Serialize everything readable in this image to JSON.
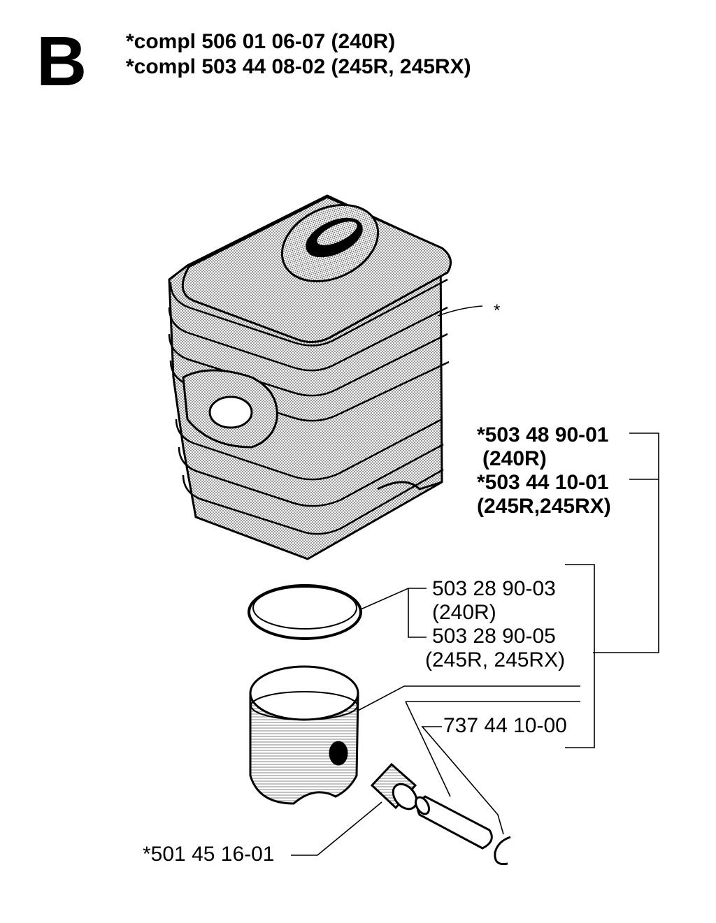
{
  "header": {
    "section_letter": "B",
    "line1": "*compl 506 01 06-07 (240R)",
    "line2": "*compl 503 44 08-02 (245R, 245RX)"
  },
  "labels": {
    "asterisk": "*",
    "cylinder_240r_part": "*503 48 90-01",
    "cylinder_240r_model": "(240R)",
    "cylinder_245_part": "*503 44 10-01",
    "cylinder_245_model": "(245R,245RX)",
    "ring_240r_part": "503 28 90-03",
    "ring_240r_model": "(240R)",
    "ring_245_part": "503 28 90-05",
    "ring_245_model": "(245R, 245RX)",
    "circlip_part": "737 44 10-00",
    "bearing_part": "*501 45 16-01"
  }
}
